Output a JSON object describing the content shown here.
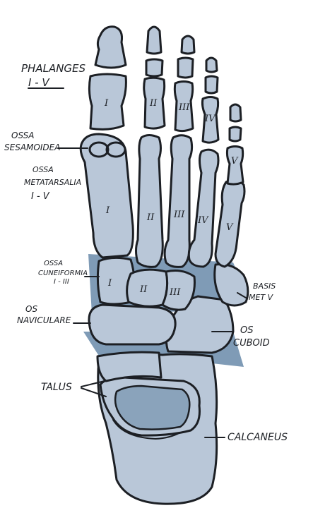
{
  "colors": {
    "bone": "#b9c7d8",
    "joint": "#7f9bb6",
    "outline": "#1c1f24",
    "paper": "#ffffff"
  },
  "labels": {
    "phalanges_line1": "PHALANGES",
    "phalanges_line2": "I - V",
    "sesamoidea_line1": "OSSA",
    "sesamoidea_line2": "SESAMOIDEA",
    "metatarsalia_line1": "OSSA",
    "metatarsalia_line2": "METATARSALIA",
    "metatarsalia_line3": "I - V",
    "cuneiformia_line1": "OSSA",
    "cuneiformia_line2": "CUNEIFORMIA",
    "cuneiformia_line3": "I - III",
    "naviculare_line1": "OS",
    "naviculare_line2": "NAVICULARE",
    "talus": "TALUS",
    "basis_line1": "BASIS",
    "basis_line2": "MET V",
    "cuboid_line1": "OS",
    "cuboid_line2": "CUBOID",
    "calcaneus": "CALCANEUS"
  },
  "numerals": {
    "phalanx_1": "I",
    "phalanx_2": "II",
    "phalanx_3": "III",
    "phalanx_4": "IV",
    "phalanx_5": "V",
    "meta_1": "I",
    "meta_2": "II",
    "meta_3": "III",
    "meta_4": "IV",
    "meta_5": "V",
    "cune_1": "I",
    "cune_2": "II",
    "cune_3": "III"
  }
}
